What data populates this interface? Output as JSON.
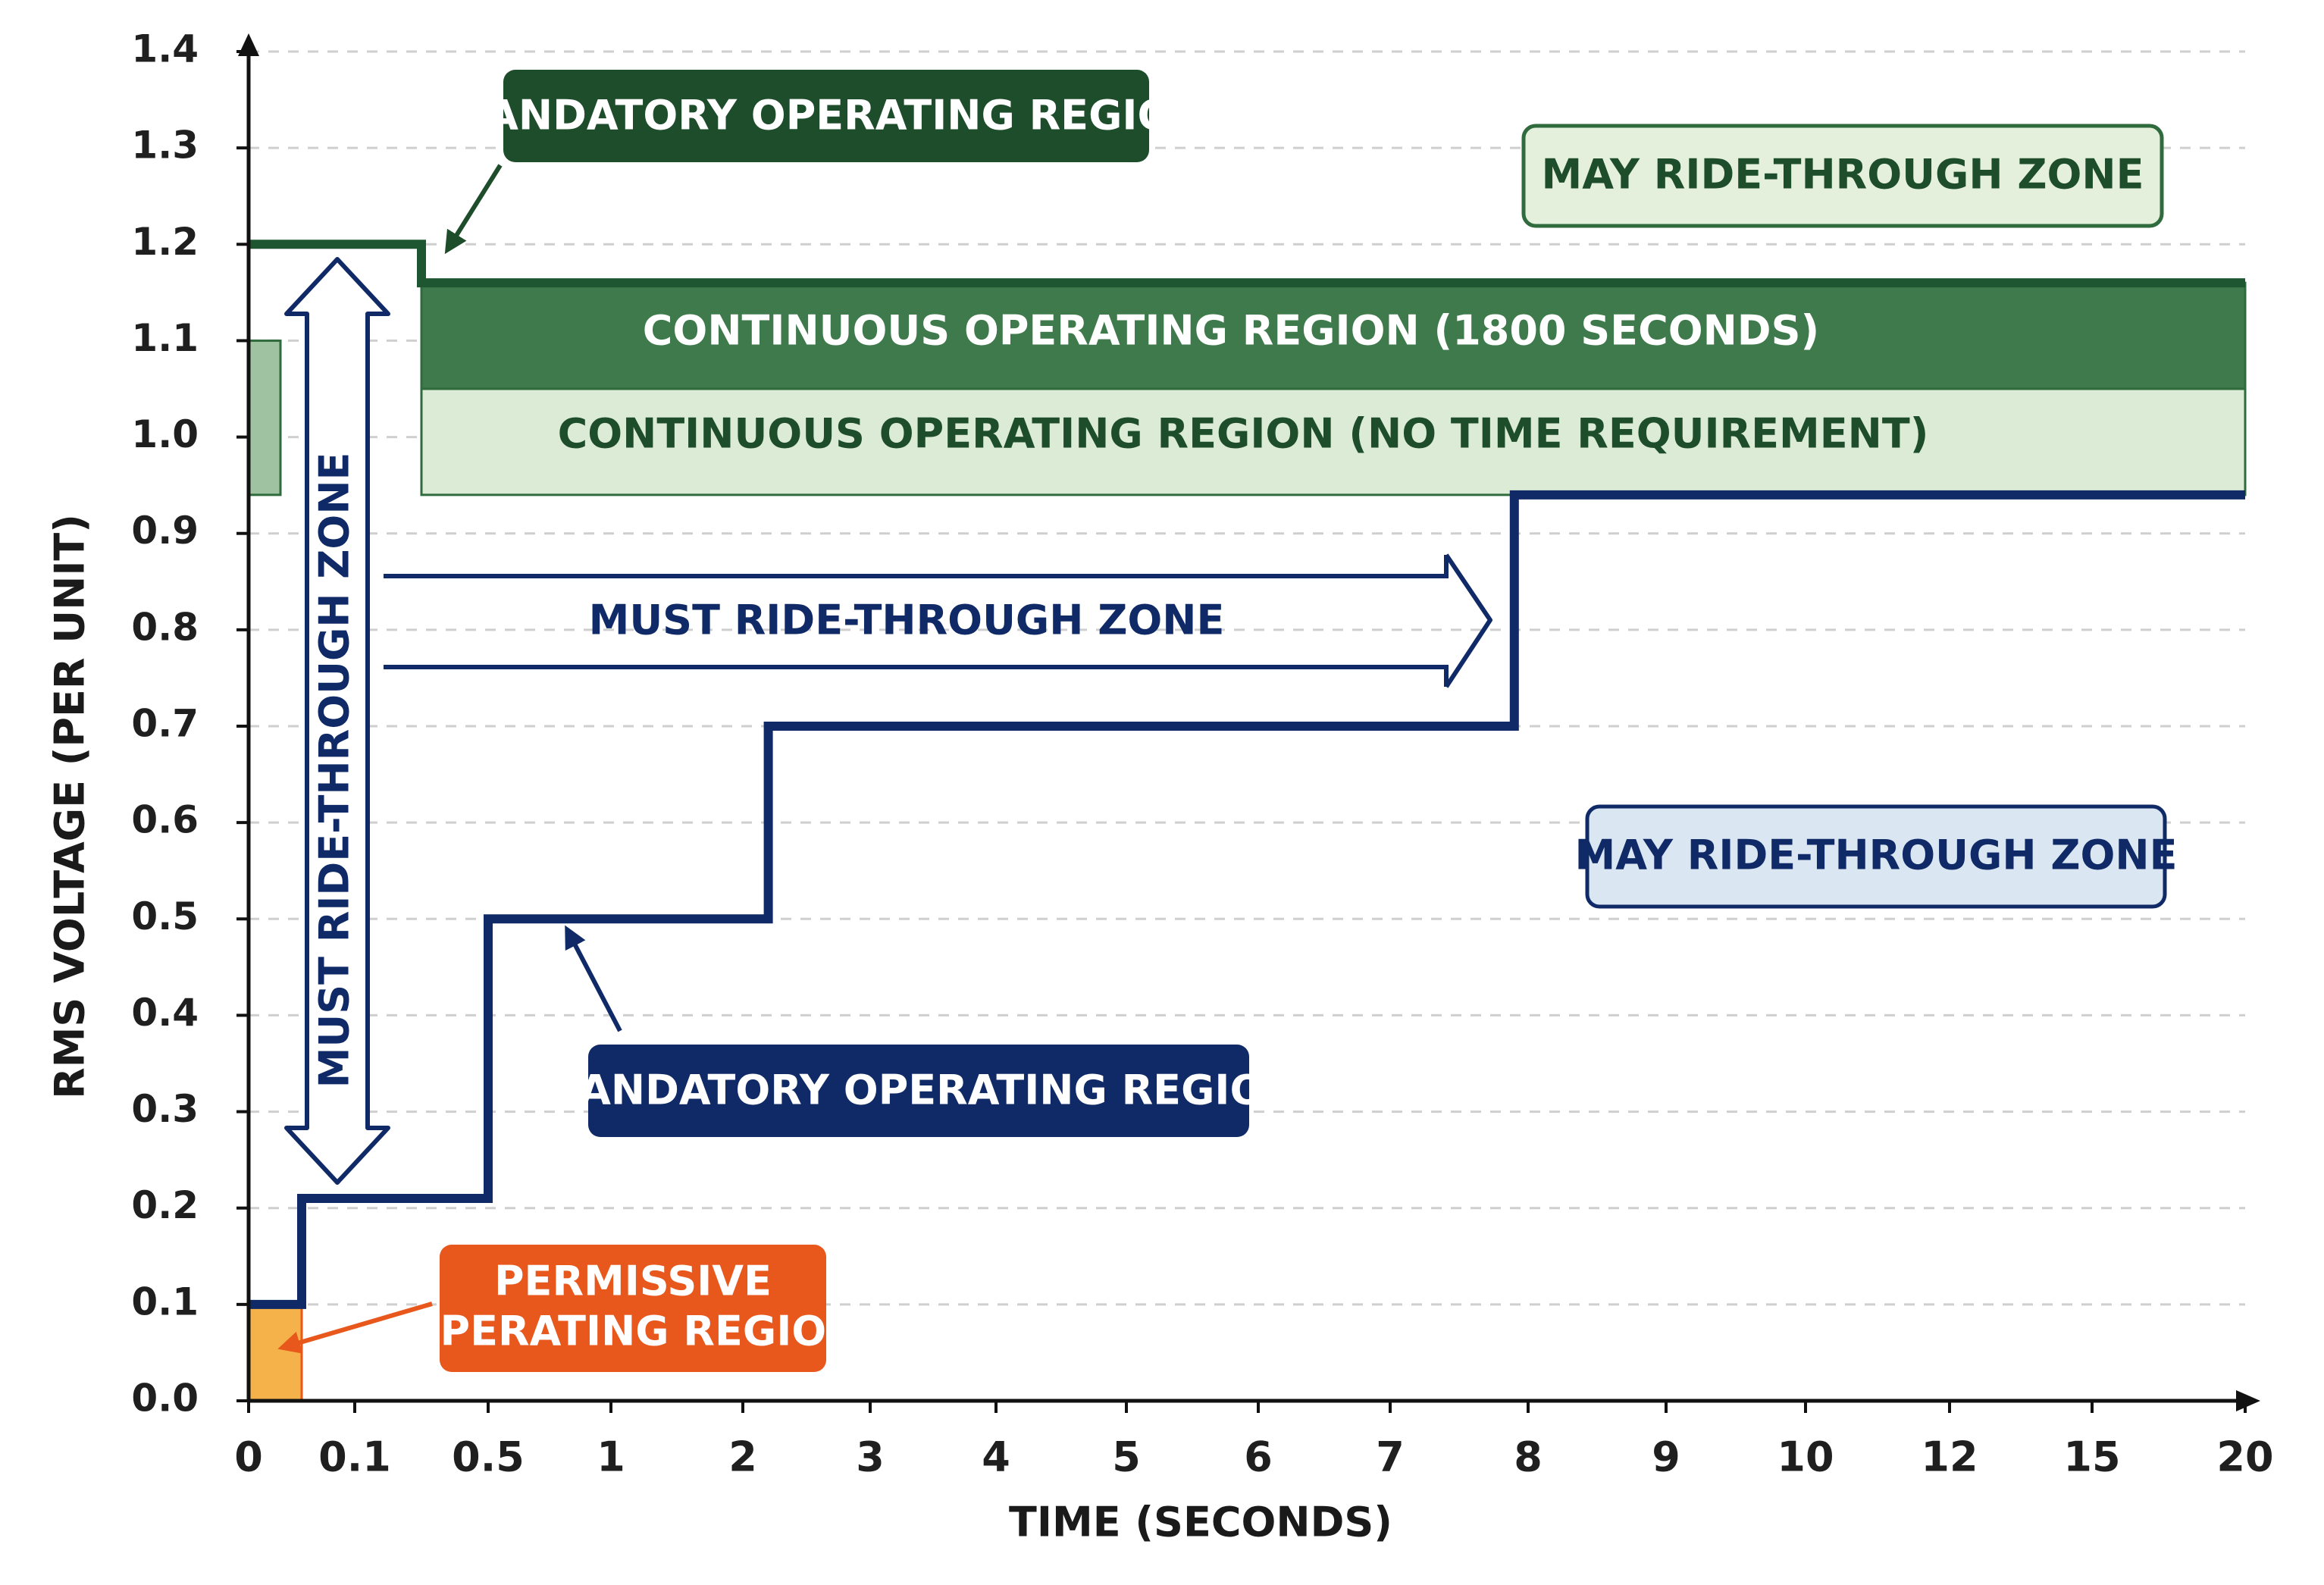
{
  "chart_data": {
    "type": "area",
    "ylabel": "RMS VOLTAGE (PER UNIT)",
    "xlabel": "TIME (SECONDS)",
    "ylim": [
      0,
      1.4
    ],
    "y_ticks": [
      "0.0",
      "0.1",
      "0.2",
      "0.3",
      "0.4",
      "0.5",
      "0.6",
      "0.7",
      "0.8",
      "0.9",
      "1.0",
      "1.1",
      "1.2",
      "1.3",
      "1.4"
    ],
    "x_ticks": [
      "0",
      "0.1",
      "0.5",
      "1",
      "2",
      "3",
      "4",
      "5",
      "6",
      "7",
      "8",
      "9",
      "10",
      "12",
      "15",
      "20"
    ],
    "x_scale": "categorical-ticks",
    "grid": "horizontal-dashed",
    "series": [
      {
        "role": "upper-boundary",
        "color": "#1e5631",
        "points": [
          [
            0,
            1.2
          ],
          [
            0.3,
            1.2
          ],
          [
            0.3,
            1.16
          ],
          [
            20,
            1.16
          ]
        ]
      },
      {
        "role": "lower-boundary",
        "color": "#0f2a66",
        "points": [
          [
            0,
            0.1
          ],
          [
            0.05,
            0.1
          ],
          [
            0.05,
            0.21
          ],
          [
            0.5,
            0.21
          ],
          [
            0.5,
            0.5
          ],
          [
            2.2,
            0.5
          ],
          [
            2.2,
            0.7
          ],
          [
            7.9,
            0.7
          ],
          [
            7.9,
            0.94
          ],
          [
            20,
            0.94
          ]
        ]
      }
    ],
    "regions": [
      {
        "label": "CONTINUOUS OPERATING REGION (1800 SECONDS)",
        "x_range": [
          0.3,
          20
        ],
        "y_range": [
          1.05,
          1.16
        ],
        "color": "#3f7a4c"
      },
      {
        "label": "CONTINUOUS OPERATING REGION (NO TIME REQUIREMENT)",
        "x_range": [
          0.3,
          20
        ],
        "y_range": [
          0.94,
          1.05
        ],
        "color": "#dcebd5"
      },
      {
        "label": "PERMISSIVE OPERATING REGION",
        "x_range": [
          0,
          0.05
        ],
        "y_range": [
          0,
          0.1
        ],
        "color": "#f6b24a"
      },
      {
        "label": "",
        "x_range": [
          0,
          0.03
        ],
        "y_range": [
          0.94,
          1.1
        ],
        "color": "#9fc3a1"
      }
    ],
    "annotations": {
      "upper_mandatory": "MANDATORY OPERATING REGION",
      "upper_may": "MAY RIDE-THROUGH ZONE",
      "continuous_1800": "CONTINUOUS OPERATING REGION (1800 SECONDS)",
      "continuous_no_time": "CONTINUOUS OPERATING REGION (NO TIME REQUIREMENT)",
      "must_vertical": "MUST RIDE-THROUGH ZONE",
      "must_horizontal": "MUST RIDE-THROUGH ZONE",
      "lower_may": "MAY RIDE-THROUGH ZONE",
      "lower_mandatory": "MANDATORY OPERATING REGION",
      "permissive_line1": "PERMISSIVE",
      "permissive_line2": "OPERATING REGION"
    },
    "colors": {
      "dark_green": "#1e4d2b",
      "mid_green": "#3f7a4c",
      "light_green": "#dcebd5",
      "navy": "#0f2a66",
      "light_blue": "#dbe6f3",
      "orange": "#e8571c",
      "orange_fill": "#f6b24a"
    }
  }
}
